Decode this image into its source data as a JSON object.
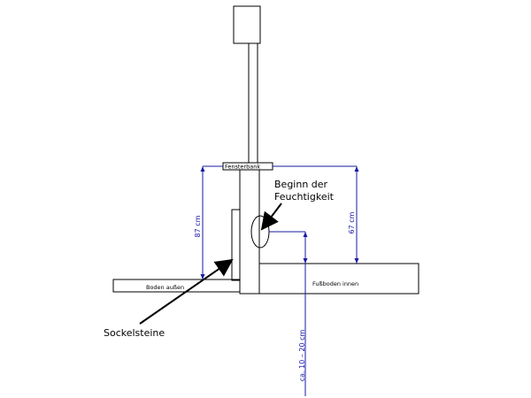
{
  "labels": {
    "fensterbank": "Fensterbank",
    "beginn_line1": "Beginn der",
    "beginn_line2": "Feuchtigkeit",
    "sockelsteine": "Sockelsteine",
    "boden_aussen": "Boden außen",
    "fussboden_innen": "Fußboden innen",
    "dim_87": "87 cm",
    "dim_67": "67 cm",
    "dim_10_20": "ca. 10 – 20 cm"
  },
  "colors": {
    "line": "#000000",
    "dimension": "#1a1aa6",
    "background": "#ffffff"
  }
}
